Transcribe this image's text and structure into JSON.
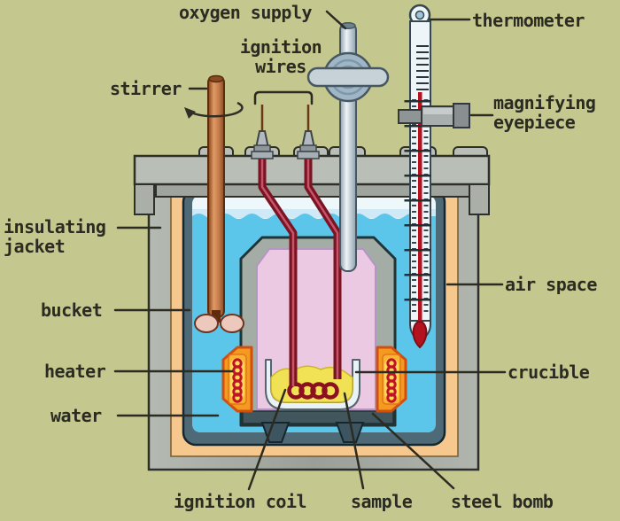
{
  "figure": {
    "subject": "bomb calorimeter apparatus diagram"
  },
  "labels": {
    "oxygen_supply": "oxygen supply",
    "thermometer": "thermometer",
    "ignition_wires_1": "ignition",
    "ignition_wires_2": "wires",
    "stirrer": "stirrer",
    "magnifying_eyepiece_1": "magnifying",
    "magnifying_eyepiece_2": "eyepiece",
    "insulating_jacket_1": "insulating",
    "insulating_jacket_2": "jacket",
    "bucket": "bucket",
    "air_space": "air space",
    "heater": "heater",
    "crucible": "crucible",
    "water": "water",
    "ignition_coil": "ignition coil",
    "sample": "sample",
    "steel_bomb": "steel bomb"
  },
  "colors": {
    "background": "#c5c88e",
    "label_ink": "#2b2b22",
    "water": "#5cc6ea",
    "air_space_orange": "#f6c88e",
    "jacket_gray": "#aab0a8",
    "lid_gray": "#b9beb6",
    "bucket_slate": "#4e6a76",
    "bomb_shell": "#a3ada6",
    "bomb_interior_pink": "#ecc9e2",
    "crucible_white": "#e9f2f7",
    "sample_yellow": "#f0e155",
    "heater_orange": "#f49a20",
    "coil_red": "#bf1426",
    "wire_maroon": "#7c1322",
    "stirrer_copper": "#c07848",
    "metal_silver": "#c3ccd2",
    "thermometer_red": "#b5121f"
  }
}
